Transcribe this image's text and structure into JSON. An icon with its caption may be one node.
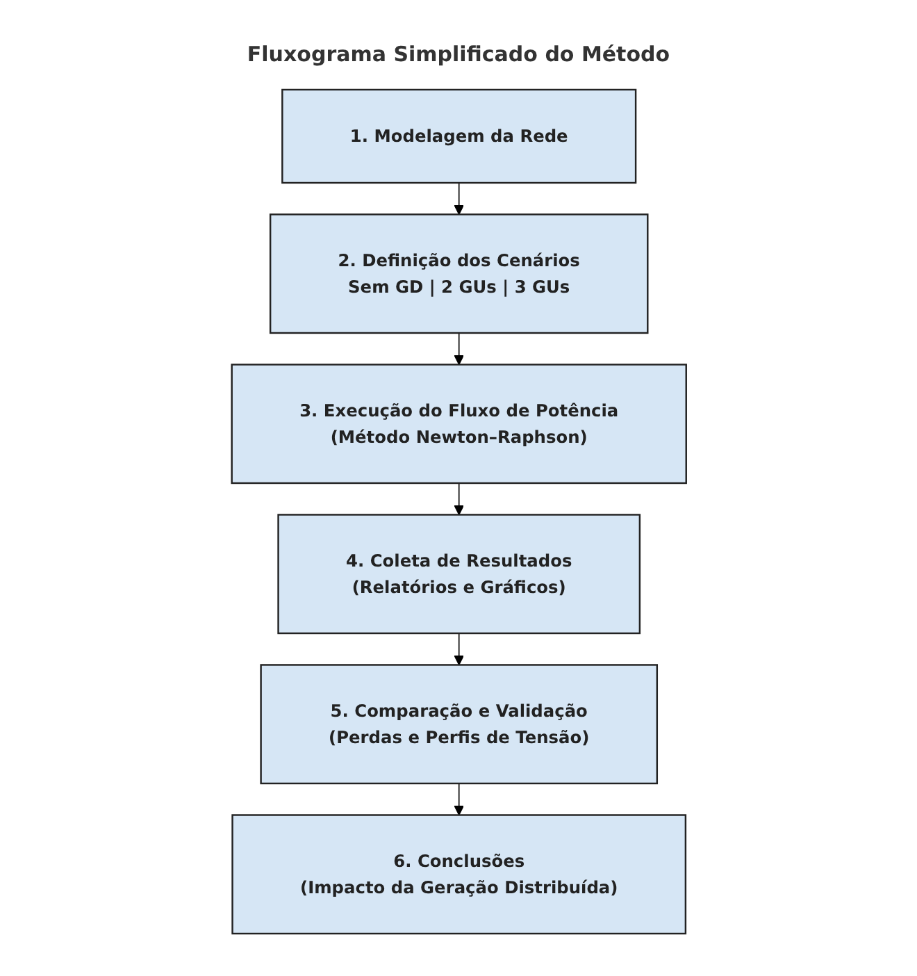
{
  "diagram": {
    "title": "Fluxograma Simplificado do Método",
    "nodes": [
      {
        "text": [
          "1. Modelagem da Rede"
        ]
      },
      {
        "text": [
          "2. Definição dos Cenários",
          "Sem GD | 2 GUs | 3 GUs"
        ]
      },
      {
        "text": [
          "3. Execução do Fluxo de Potência",
          "(Método Newton–Raphson)"
        ]
      },
      {
        "text": [
          "4. Coleta de Resultados",
          "(Relatórios e Gráficos)"
        ]
      },
      {
        "text": [
          "5. Comparação e Validação",
          "(Perdas e Perfis de Tensão)"
        ]
      },
      {
        "text": [
          "6. Conclusões",
          "(Impacto da Geração Distribuída)"
        ]
      }
    ],
    "edges": [
      {
        "from": 0,
        "to": 1,
        "arrow": "to"
      },
      {
        "from": 1,
        "to": 2,
        "arrow": "to"
      },
      {
        "from": 2,
        "to": 3,
        "arrow": "to"
      },
      {
        "from": 3,
        "to": 4,
        "arrow": "to"
      },
      {
        "from": 4,
        "to": 5,
        "arrow": "to"
      }
    ]
  }
}
